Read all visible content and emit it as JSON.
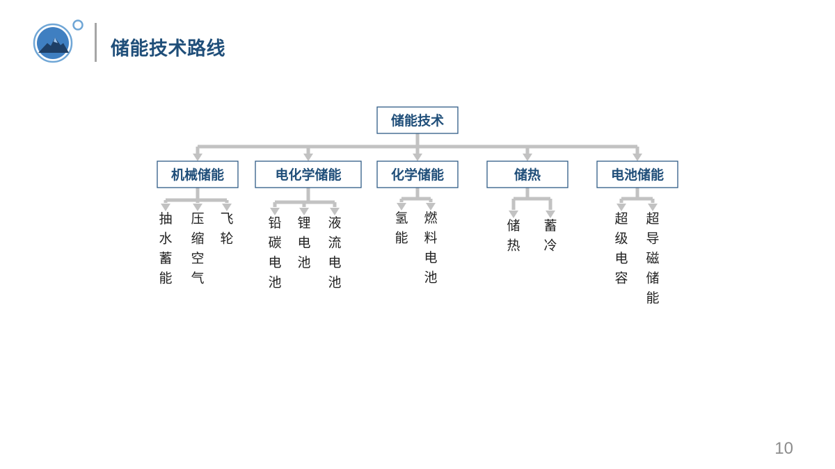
{
  "header": {
    "title": "储能技术路线"
  },
  "diagram": {
    "root": "储能技术",
    "categories": [
      {
        "label": "机械储能",
        "children": [
          "抽水蓄能",
          "压缩空气",
          "飞轮"
        ]
      },
      {
        "label": "电化学储能",
        "children": [
          "铅碳电池",
          "锂电池",
          "液流电池"
        ]
      },
      {
        "label": "化学储能",
        "children": [
          "氢能",
          "燃料电池"
        ]
      },
      {
        "label": "储热",
        "children": [
          "储热",
          "蓄冷"
        ]
      },
      {
        "label": "电池储能",
        "children": [
          "超级电容",
          "超导磁储能"
        ]
      }
    ]
  },
  "footer": {
    "page_number": "10"
  },
  "colors": {
    "title": "#1f4e79",
    "box_border": "#2e5b85",
    "box_text": "#1f4e79",
    "connector": "#c2c2c2",
    "leaf_text": "#222222",
    "page_number": "#8c8c8c"
  }
}
